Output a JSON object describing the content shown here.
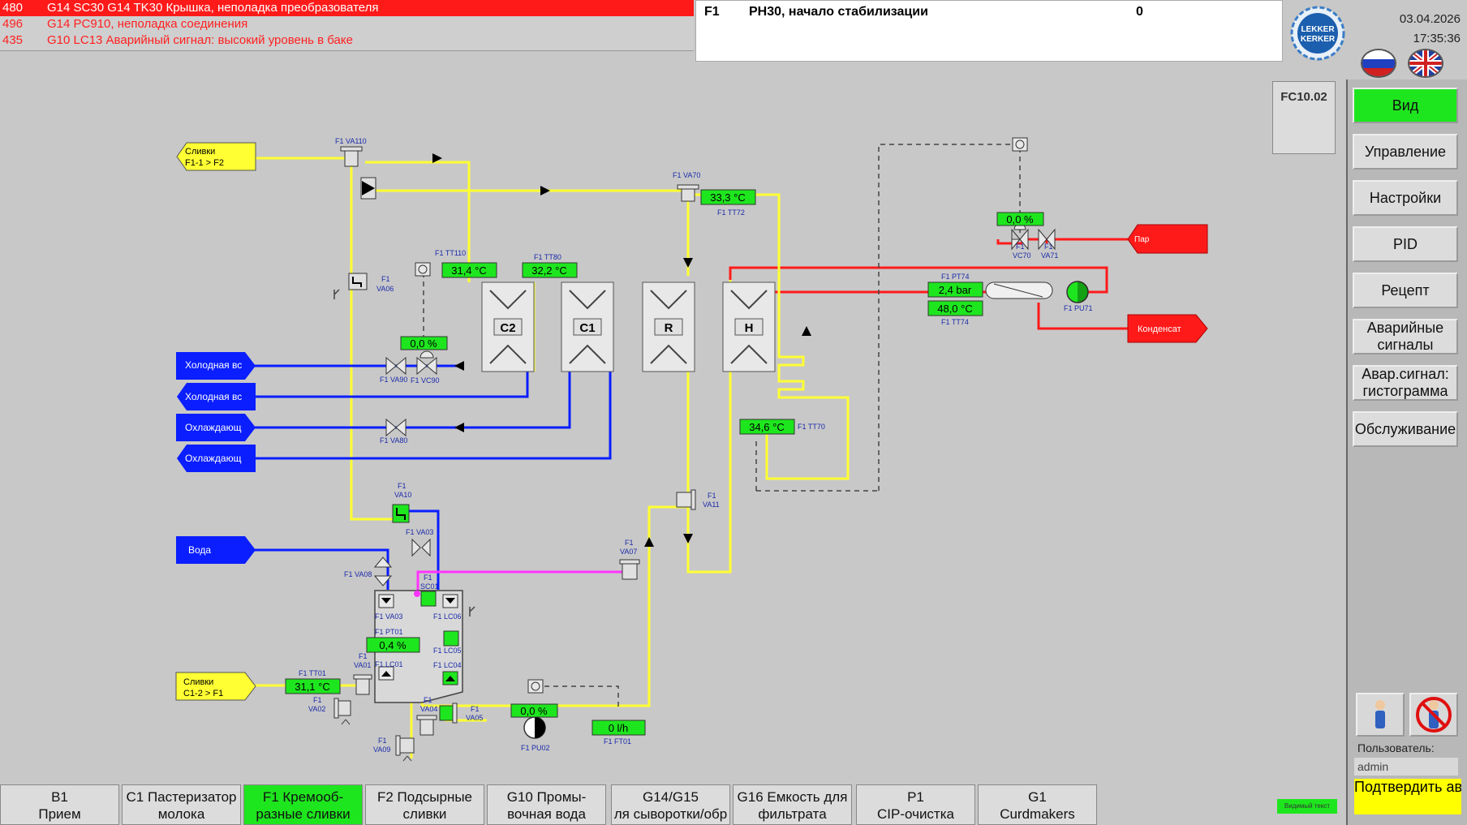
{
  "alarms": [
    {
      "no": "480",
      "text": "G14 SC30 G14 TK30 Крышка, неполадка преобразователя"
    },
    {
      "no": "496",
      "text": "G14 PC910, неполадка соединения"
    },
    {
      "no": "435",
      "text": "G10 LC13 Аварийный сигнал: высокий уровень в баке"
    }
  ],
  "message": {
    "line": "F1",
    "text": "PH30, начало стабилизации",
    "value": "0"
  },
  "header": {
    "date": "03.04.2026",
    "time": "17:35:36",
    "logo_top": "LEKKER",
    "logo_bottom": "KERKER",
    "screen_id": "FC10.02"
  },
  "menu": [
    "Вид",
    "Управление",
    "Настройки",
    "PID",
    "Рецепт",
    "Аварийные сигналы",
    "Авар.сигнал: гистограмма",
    "Обслуживание"
  ],
  "user": {
    "label": "Пользователь:",
    "name": "admin",
    "confirm": "Подтвердить аварийный сигнал"
  },
  "tabs": [
    {
      "l1": "B1",
      "l2": "Прием"
    },
    {
      "l1": "C1 Пастеризатор",
      "l2": "молока"
    },
    {
      "l1": "F1 Кремооб-",
      "l2": "разные сливки"
    },
    {
      "l1": "F2 Подсырные",
      "l2": "сливки"
    },
    {
      "l1": "G10 Промы-",
      "l2": "вочная вода"
    },
    {
      "l1": "G14/G15",
      "l2": "ля сыворотки/обр"
    },
    {
      "l1": "G16 Емкость для",
      "l2": "фильтрата"
    },
    {
      "l1": "P1",
      "l2": "CIP-очистка"
    },
    {
      "l1": "G1",
      "l2": "Curdmakers"
    }
  ],
  "visible_text": "Видимый текст",
  "process": {
    "connectors": {
      "cream_out": [
        "Сливки",
        "F1-1 > F2"
      ],
      "cream_in": [
        "Сливки",
        "C1-2 > F1"
      ],
      "cold_water_1": "Холодная вс",
      "cold_water_2": "Холодная вс",
      "coolant_1": "Охлаждающ",
      "coolant_2": "Охлаждающ",
      "water": "Вода",
      "steam": "Пар",
      "condensate": "Конденсат"
    },
    "sections": [
      "C2",
      "C1",
      "R",
      "H"
    ],
    "values": {
      "tt110": "31,4 °C",
      "tt80": "32,2 °C",
      "tt72": "33,3 °C",
      "tt70": "34,6 °C",
      "vc90": "0,0 %",
      "vc70": "0,0 %",
      "pt74": "2,4 bar",
      "tt74": "48,0 °C",
      "pt01": "0,4 %",
      "tt01": "31,1 °C",
      "pu02": "0,0 %",
      "ft01": "0 l/h"
    },
    "tags": {
      "va110": "F1 VA110",
      "va70": "F1 VA70",
      "tt72": "F1 TT72",
      "tt110": "F1 TT110",
      "tt80": "F1 TT80",
      "va06": [
        "F1",
        "VA06"
      ],
      "va90": "F1 VA90",
      "vc90": "F1 VC90",
      "va80": "F1 VA80",
      "tt70": "F1 TT70",
      "va11": [
        "F1",
        "VA11"
      ],
      "va07": [
        "F1",
        "VA07"
      ],
      "va10": [
        "F1",
        "VA10"
      ],
      "va03": "F1 VA03",
      "va08": "F1 VA08",
      "sc01": [
        "F1",
        "SC01"
      ],
      "tank_va03": "F1 VA03",
      "lc06": "F1 LC06",
      "pt01": "F1 PT01",
      "lc05": "F1 LC05",
      "lc01": "F1 LC01",
      "lc04": "F1 LC04",
      "va01": [
        "F1",
        "VA01"
      ],
      "tt01": "F1 TT01",
      "va02": [
        "F1",
        "VA02"
      ],
      "va04": [
        "F1",
        "VA04"
      ],
      "va05": [
        "F1",
        "VA05"
      ],
      "va09": [
        "F1",
        "VA09"
      ],
      "pu02": "F1 PU02",
      "ft01": "F1 FT01",
      "vc70": [
        "F1",
        "VC70"
      ],
      "va71": [
        "F1",
        "VA71"
      ],
      "pt74": "F1 PT74",
      "tt74": "F1 TT74",
      "pu71": "F1 PU71"
    }
  },
  "colors": {
    "active": "#1ee61e",
    "alarm": "#ff1a1a",
    "product": "#ffff33",
    "cooling": "#0a1eff",
    "steam": "#ff1a1a",
    "signal": "#ff33ff"
  }
}
